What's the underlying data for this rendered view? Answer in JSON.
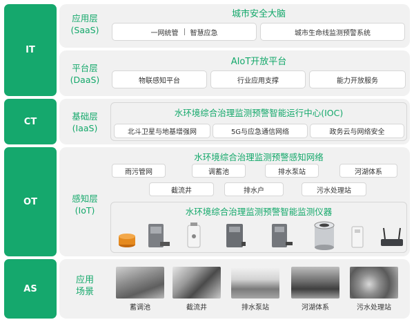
{
  "layers": {
    "it": "IT",
    "ct": "CT",
    "ot": "OT",
    "as": "AS"
  },
  "saas": {
    "label_line1": "应用层",
    "label_line2": "(SaaS)",
    "title": "城市安全大脑",
    "left_a": "一网统管",
    "left_b": "智慧应急",
    "right": "城市生命线监测预警系统"
  },
  "daas": {
    "label_line1": "平台层",
    "label_line2": "(DaaS)",
    "title": "AIoT开放平台",
    "items": [
      "物联感知平台",
      "行业应用支撑",
      "能力开放服务"
    ]
  },
  "iaas": {
    "label_line1": "基础层",
    "label_line2": "(IaaS)",
    "title": "水环境综合治理监测预警智能运行中心(IOC)",
    "items": [
      "北斗卫星与地基增强网",
      "5G与应急通信网络",
      "政务云与网络安全"
    ]
  },
  "iot": {
    "label_line1": "感知层",
    "label_line2": "(IoT)",
    "network_title": "水环境综合治理监测预警感知网络",
    "row1": [
      "雨污管网",
      "调蓄池",
      "排水泵站",
      "河湖体系"
    ],
    "row2": [
      "截流井",
      "排水户",
      "污水处理站"
    ],
    "instrument_title": "水环境综合治理监测预警智能监测仪器"
  },
  "scenes": {
    "label_line1": "应用",
    "label_line2": "场景",
    "items": [
      "蓄调池",
      "截流井",
      "排水泵站",
      "河湖体系",
      "污水处理站"
    ]
  }
}
